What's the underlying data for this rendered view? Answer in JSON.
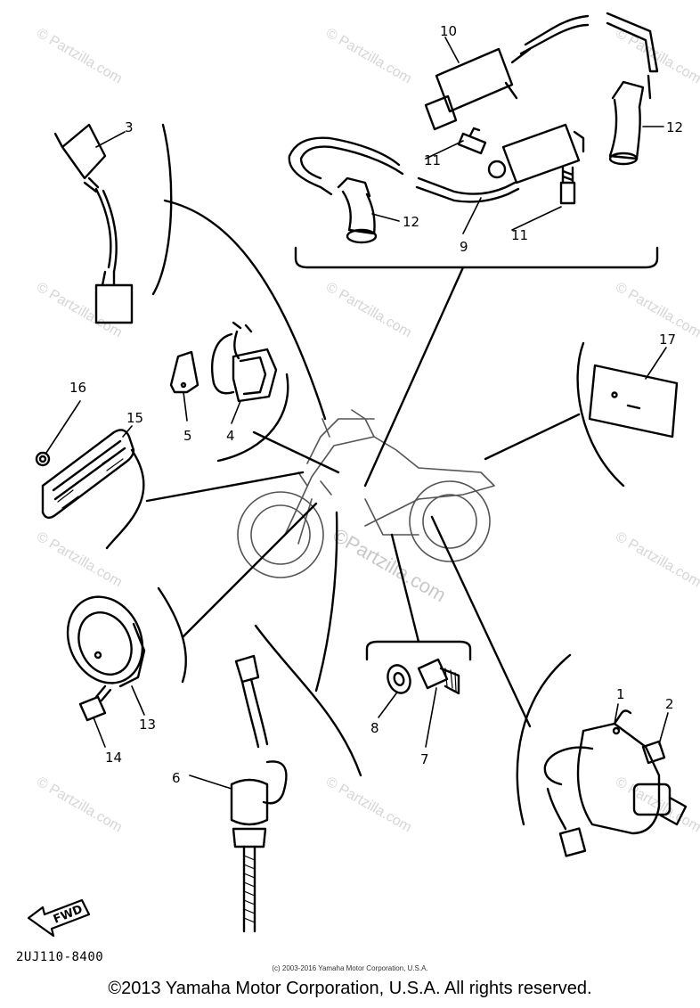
{
  "callouts": {
    "c1": "1",
    "c2": "2",
    "c3": "3",
    "c4": "4",
    "c5": "5",
    "c6": "6",
    "c7": "7",
    "c8": "8",
    "c9": "9",
    "c10": "10",
    "c11a": "11",
    "c11b": "11",
    "c12a": "12",
    "c12b": "12",
    "c13": "13",
    "c14": "14",
    "c15": "15",
    "c16": "16",
    "c17": "17"
  },
  "fwd_label": "FWD",
  "diagram_code": "2UJ110-8400",
  "small_copyright": "(c) 2003-2016 Yamaha Motor Corporation, U.S.A.",
  "copyright": "©2013 Yamaha Motor Corporation, U.S.A. All rights reserved.",
  "watermark": "© Partzilla.com",
  "watermark_center": "©Partzilla.com"
}
